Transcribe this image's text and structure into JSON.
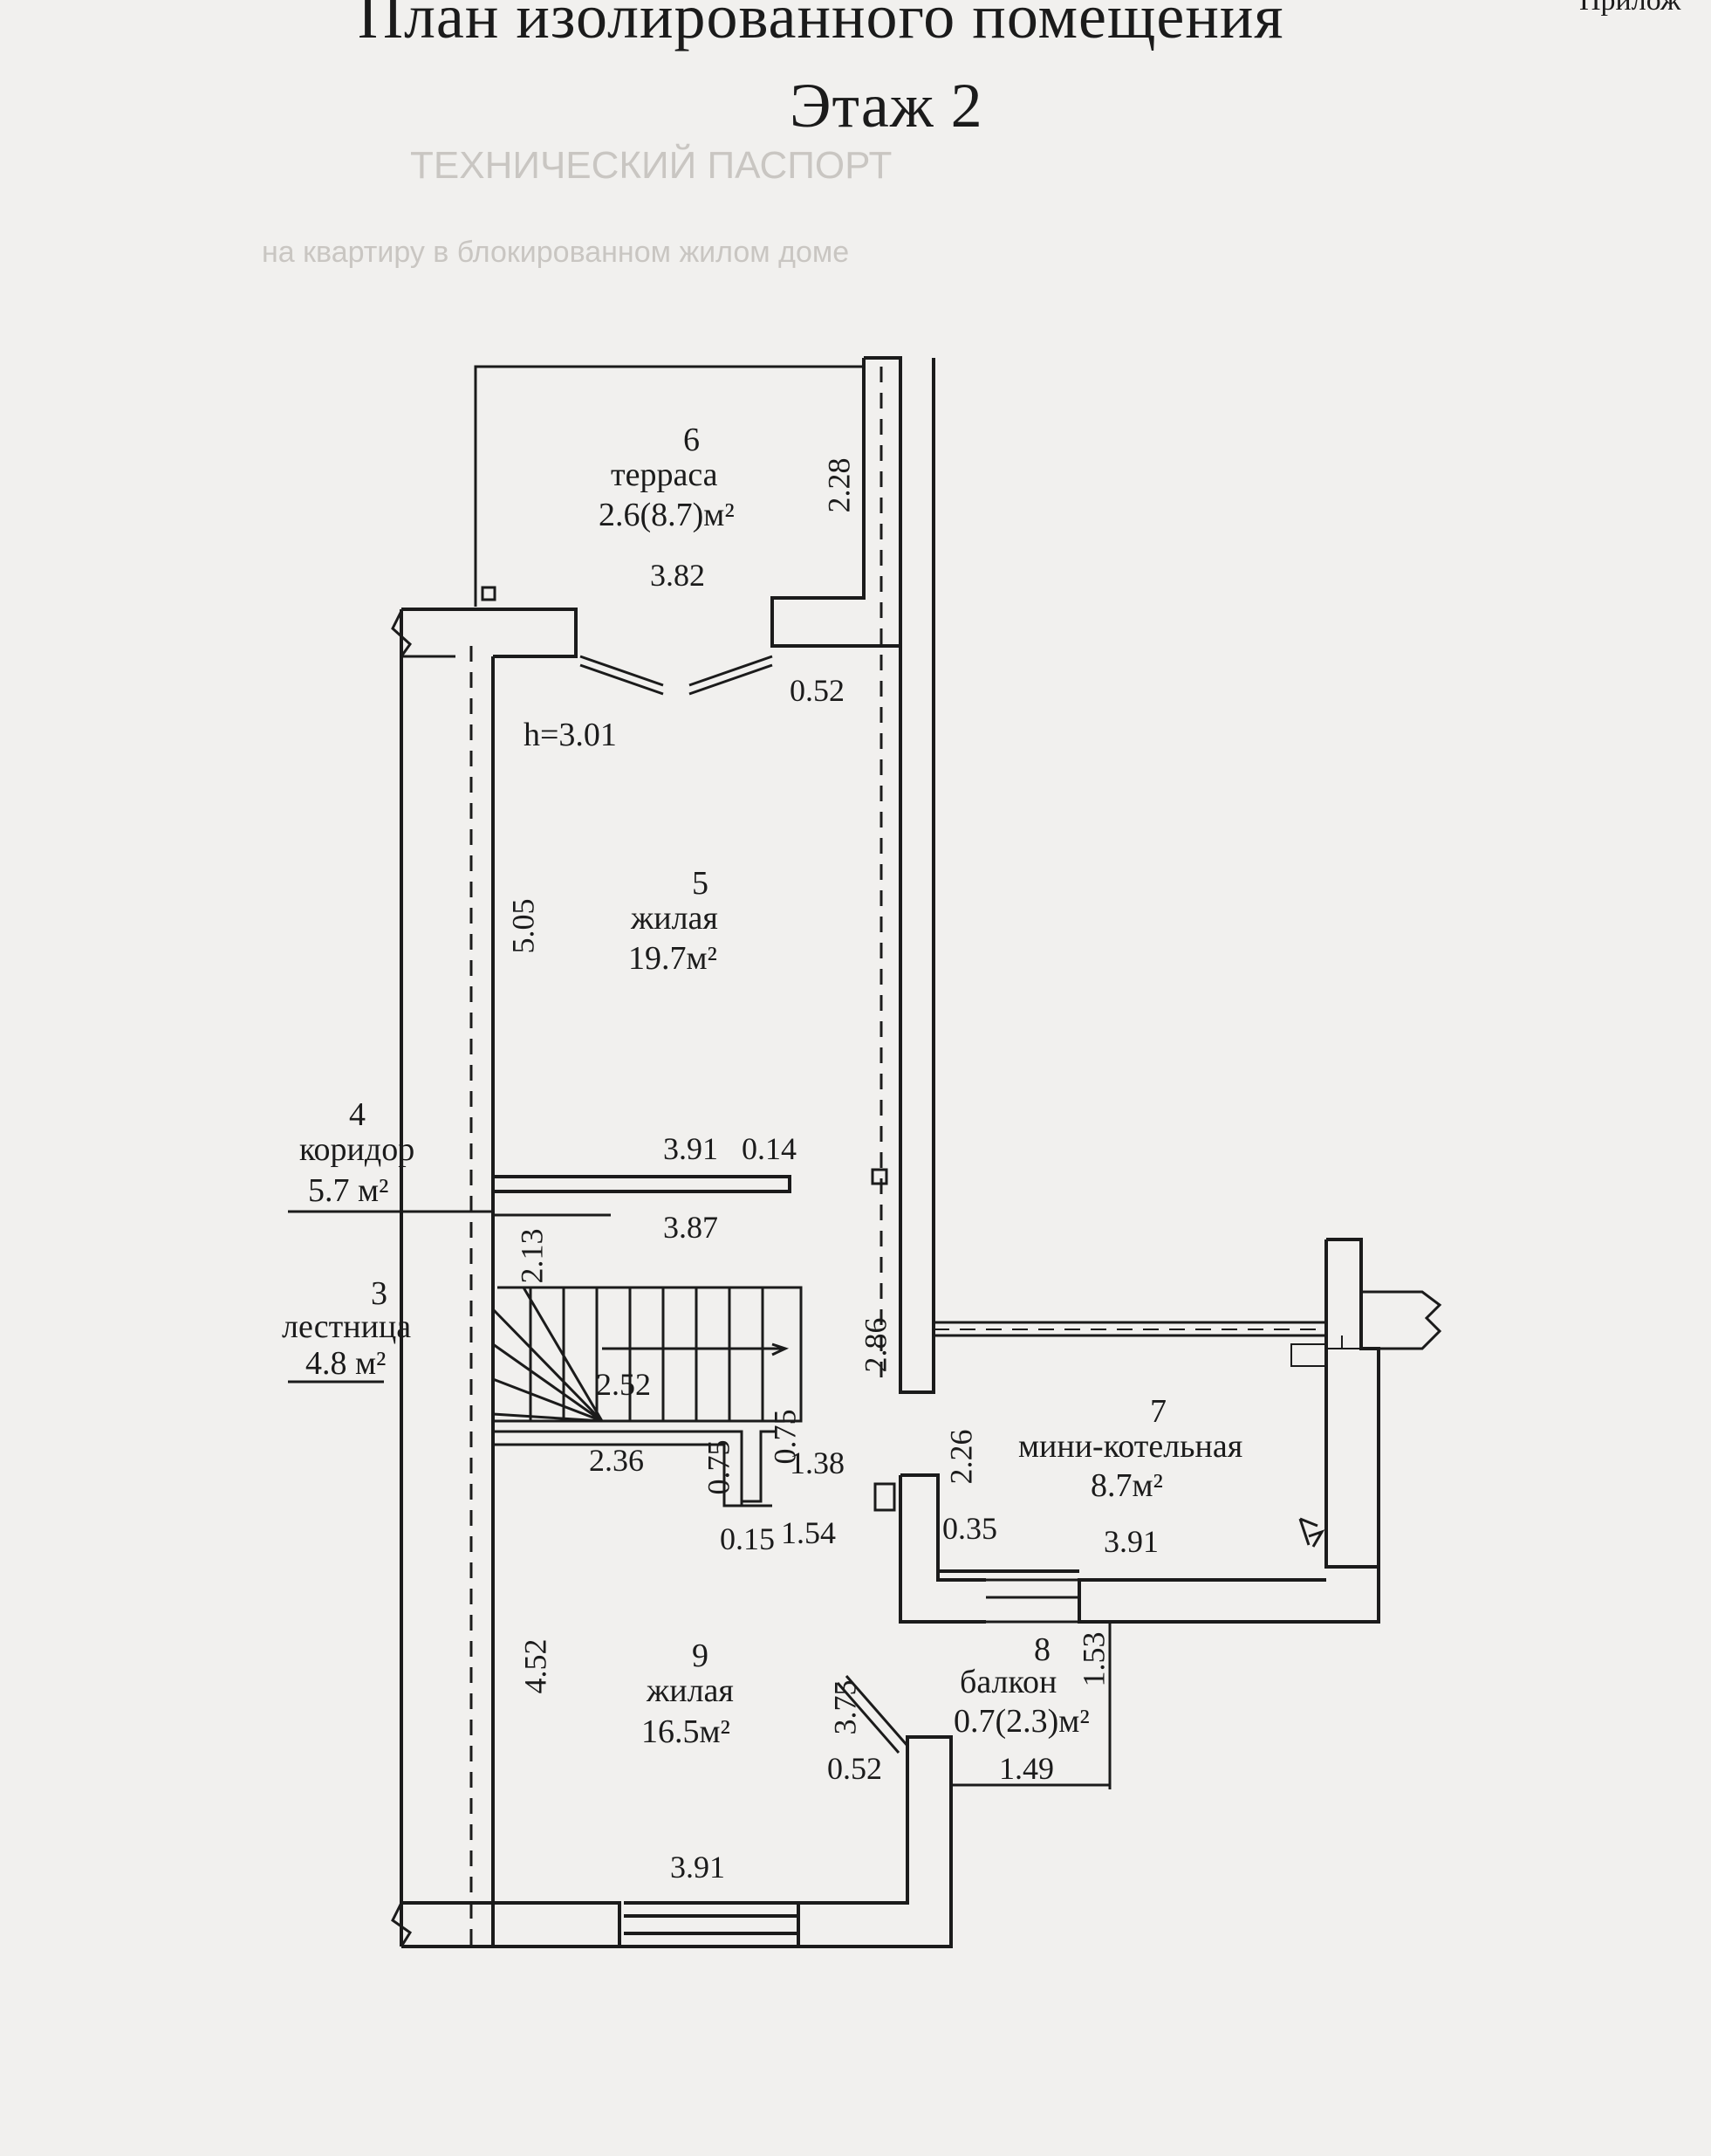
{
  "header": {
    "title": "План изолированного помещения",
    "floor": "Этаж 2",
    "corner_mark": "Прилож"
  },
  "rooms": [
    {
      "number": "6",
      "name": "терраса",
      "area": "2.6(8.7)м²"
    },
    {
      "number": "5",
      "name": "жилая",
      "area": "19.7м²"
    },
    {
      "number": "4",
      "name": "коридор",
      "area": "5.7 м²"
    },
    {
      "number": "3",
      "name": "лестница",
      "area": "4.8 м²"
    },
    {
      "number": "7",
      "name": "мини-котельная",
      "area": "8.7м²"
    },
    {
      "number": "9",
      "name": "жилая",
      "area": "16.5м²"
    },
    {
      "number": "8",
      "name": "балкон",
      "area": "0.7(2.3)м²"
    }
  ],
  "height_note": "h=3.01",
  "dimensions": {
    "terrace_height": "2.28",
    "terrace_width": "3.82",
    "door_offset": "0.52",
    "room5_length": "5.05",
    "room5_width": "3.91",
    "partition": "0.14",
    "corridor_width": "3.87",
    "corridor_length": "2.13",
    "stair_width": "2.52",
    "room5_right": "2.86",
    "stair_bottom": "2.36",
    "stair_step_1": "0.75",
    "stair_step_2": "0.75",
    "stair_right": "1.38",
    "wall_small": "0.15",
    "niche": "1.54",
    "boiler_height": "2.26",
    "boiler_wall": "0.35",
    "boiler_width": "3.91",
    "room9_length": "4.52",
    "room9_door": "3.75",
    "room9_wall": "0.52",
    "balcony_width": "1.49",
    "balcony_depth": "1.53",
    "room9_width": "3.91"
  },
  "ghost_text": [
    "ТЕХНИЧЕСКИЙ ПАСПОРТ",
    "на квартиру в блокированном жилом доме"
  ]
}
